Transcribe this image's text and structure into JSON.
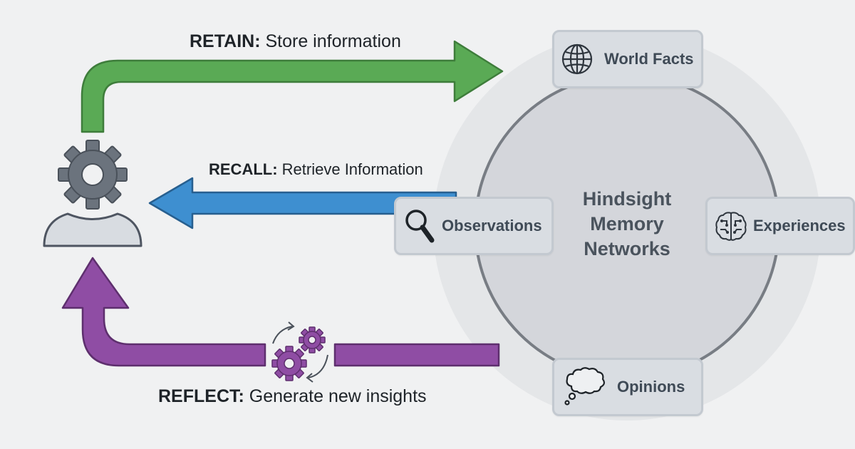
{
  "diagram": {
    "title_lines": [
      "Hindsight",
      "Memory",
      "Networks"
    ],
    "flows": {
      "retain": {
        "keyword": "RETAIN:",
        "text": " Store information",
        "color": "#5aaa55"
      },
      "recall": {
        "keyword": "RECALL:",
        "text": " Retrieve Information",
        "color": "#3e8fd0"
      },
      "reflect": {
        "keyword": "REFLECT:",
        "text": " Generate new insights",
        "color": "#8f4da4"
      }
    },
    "nodes": {
      "world_facts": {
        "label": "World Facts",
        "icon": "globe-icon"
      },
      "experiences": {
        "label": "Experiences",
        "icon": "brain-circuit-icon"
      },
      "observations": {
        "label": "Observations",
        "icon": "magnifier-icon"
      },
      "opinions": {
        "label": "Opinions",
        "icon": "thought-bubble-icon"
      }
    },
    "agent": {
      "icon": "agent-gear-user-icon"
    },
    "reflect_icon": "gears-cycle-icon"
  }
}
